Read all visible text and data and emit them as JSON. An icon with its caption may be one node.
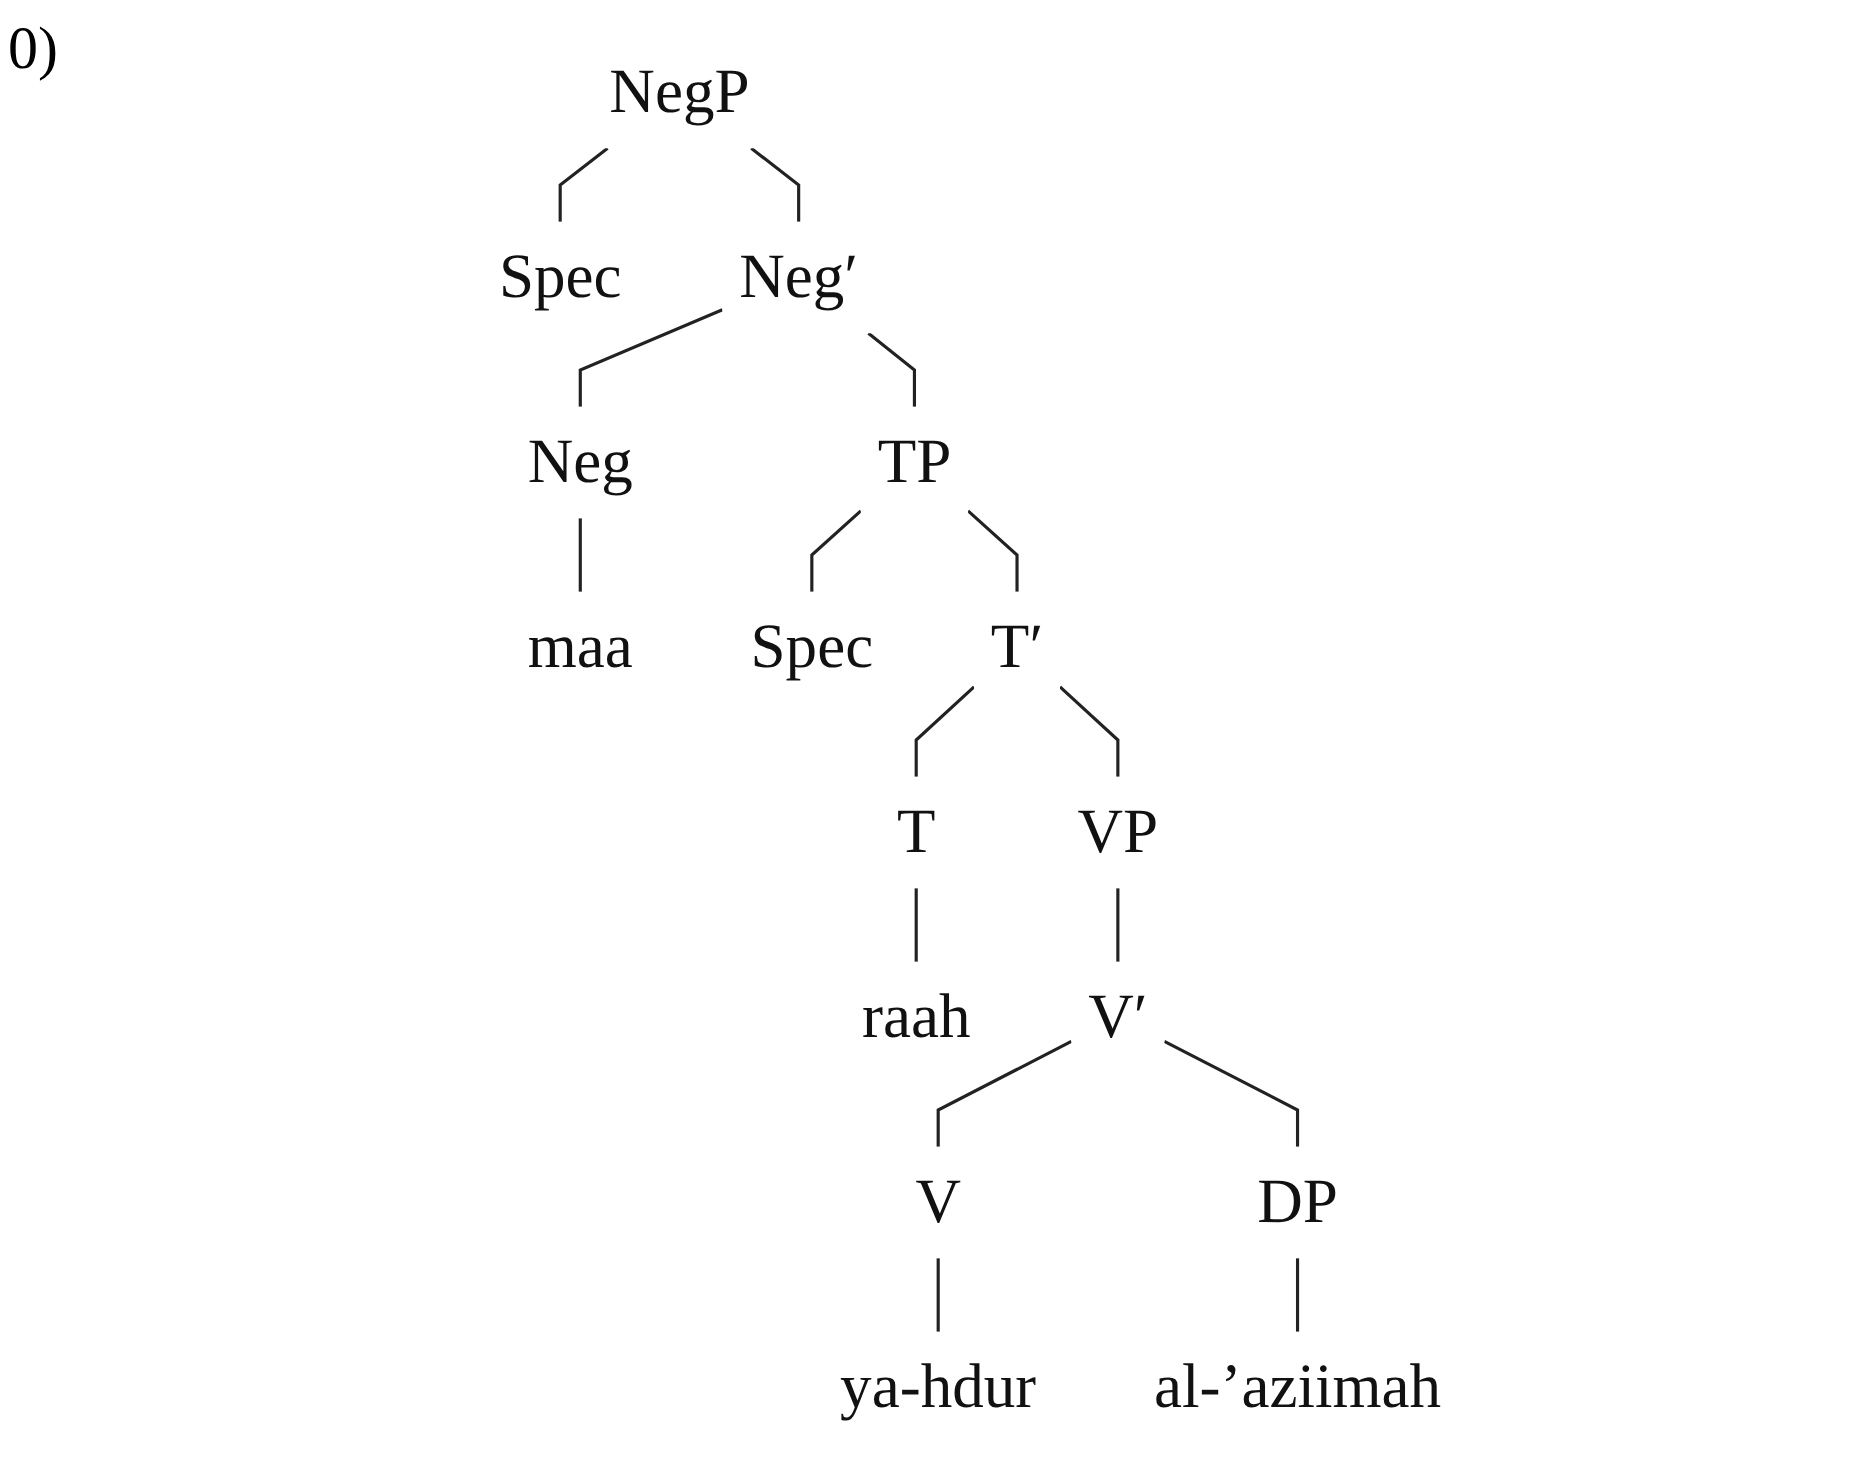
{
  "diagram": {
    "nodes": [
      {
        "text": [
          "NegP"
        ]
      },
      {
        "text": [
          "Spec"
        ]
      },
      {
        "text": [
          "Neg′"
        ]
      },
      {
        "text": [
          "Neg"
        ]
      },
      {
        "text": [
          "TP"
        ]
      },
      {
        "text": [
          "maa"
        ]
      },
      {
        "text": [
          "Spec"
        ]
      },
      {
        "text": [
          "T′"
        ]
      },
      {
        "text": [
          "T"
        ]
      },
      {
        "text": [
          "VP"
        ]
      },
      {
        "text": [
          "raah"
        ]
      },
      {
        "text": [
          "V′"
        ]
      },
      {
        "text": [
          "V"
        ]
      },
      {
        "text": [
          "DP"
        ]
      },
      {
        "text": [
          "ya-hdur"
        ]
      },
      {
        "text": [
          "al-’aziimah"
        ]
      }
    ],
    "edges": [
      {
        "from": 0,
        "to": 1,
        "arrow": "none"
      },
      {
        "from": 0,
        "to": 2,
        "arrow": "none"
      },
      {
        "from": 2,
        "to": 3,
        "arrow": "none"
      },
      {
        "from": 2,
        "to": 4,
        "arrow": "none"
      },
      {
        "from": 3,
        "to": 5,
        "arrow": "none"
      },
      {
        "from": 4,
        "to": 6,
        "arrow": "none"
      },
      {
        "from": 4,
        "to": 7,
        "arrow": "none"
      },
      {
        "from": 7,
        "to": 8,
        "arrow": "none"
      },
      {
        "from": 7,
        "to": 9,
        "arrow": "none"
      },
      {
        "from": 8,
        "to": 10,
        "arrow": "none"
      },
      {
        "from": 9,
        "to": 11,
        "arrow": "none"
      },
      {
        "from": 11,
        "to": 12,
        "arrow": "none"
      },
      {
        "from": 11,
        "to": 13,
        "arrow": "none"
      },
      {
        "from": 12,
        "to": 14,
        "arrow": "none"
      },
      {
        "from": 13,
        "to": 15,
        "arrow": "none"
      }
    ],
    "labels": [
      "0)"
    ]
  }
}
